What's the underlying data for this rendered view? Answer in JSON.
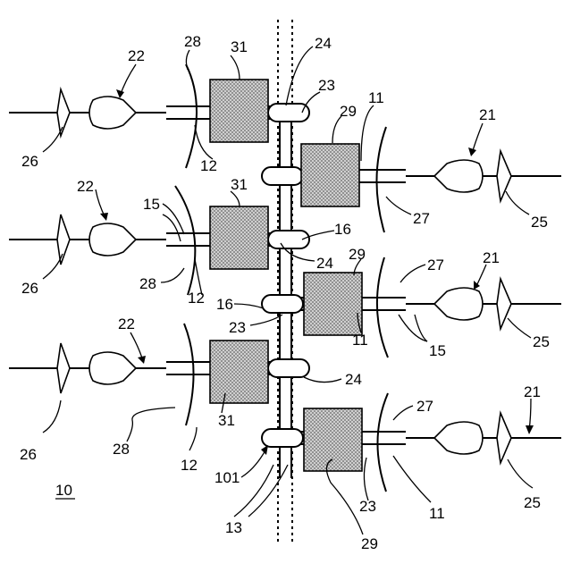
{
  "figure_reference": "10",
  "labels": {
    "l28a": "28",
    "l22a": "22",
    "l31a": "31",
    "l24a": "24",
    "l23a": "23",
    "l29a": "29",
    "l11a": "11",
    "l21a": "21",
    "l26a": "26",
    "l12a": "12",
    "l27a": "27",
    "l25a": "25",
    "l22b": "22",
    "l15b": "15",
    "l31b": "31",
    "l16b": "16",
    "l24b": "24",
    "l29b": "29",
    "l27b": "27",
    "l21b": "21",
    "l26b": "26",
    "l28b": "28",
    "l12b": "12",
    "l16c": "16",
    "l23b": "23",
    "l11b": "11",
    "l15c": "15",
    "l25b": "25",
    "l22c": "22",
    "l24c": "24",
    "l27c": "27",
    "l21c": "21",
    "l26c": "26",
    "l28c": "28",
    "l31c": "31",
    "l12c": "12",
    "l101": "101",
    "l23c": "23",
    "l11c": "11",
    "l25c": "25",
    "l13": "13",
    "l29c": "29"
  }
}
